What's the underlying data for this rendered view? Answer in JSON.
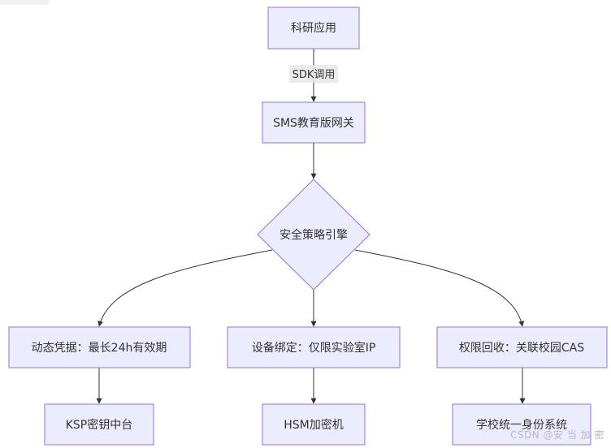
{
  "nodes": {
    "research_app": "科研应用",
    "sms_gateway": "SMS教育版网关",
    "security_engine": "安全策略引擎",
    "dynamic_credential": "动态凭据：最长24h有效期",
    "device_binding": "设备绑定：仅限实验室IP",
    "permission_revoke": "权限回收：关联校园CAS",
    "ksp_platform": "KSP密钥中台",
    "hsm_machine": "HSM加密机",
    "identity_system": "学校统一身份系统"
  },
  "edges": {
    "sdk_call_label": "SDK调用"
  },
  "colors": {
    "node_fill": "#ececff",
    "node_stroke": "#9370db",
    "edge": "#333333",
    "label_bg": "#e8e8e8"
  },
  "watermark": "CSDN @安 当 加 密"
}
